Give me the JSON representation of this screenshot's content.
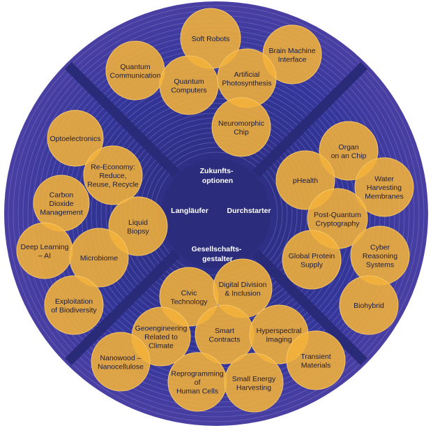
{
  "center": {
    "top": [
      "Zukunfts-",
      "optionen"
    ],
    "left": [
      "Langläufer"
    ],
    "right": [
      "Durchstarter"
    ],
    "bottom": [
      "Gesellschafts-",
      "gestalter"
    ]
  },
  "colors": {
    "bg_outer": "#3b3d9a",
    "bg_inner": "#2a2b78",
    "ring_line": "#8f90d6",
    "circle_fill": "#f3b23a",
    "circle_stroke": "#f6c766",
    "text": "#1b1b3a"
  },
  "topics": [
    {
      "id": "soft-robots",
      "lines": [
        "Soft Robots"
      ]
    },
    {
      "id": "brain-machine-interface",
      "lines": [
        "Brain Machine",
        "Interface"
      ]
    },
    {
      "id": "quantum-communication",
      "lines": [
        "Quantum",
        "Communication"
      ]
    },
    {
      "id": "quantum-computers",
      "lines": [
        "Quantum",
        "Computers"
      ]
    },
    {
      "id": "artificial-photosynthesis",
      "lines": [
        "Artificial",
        "Photosynthesis"
      ]
    },
    {
      "id": "neuromorphic-chip",
      "lines": [
        "Neuromorphic",
        "Chip"
      ]
    },
    {
      "id": "optoelectronics",
      "lines": [
        "Optoelectronics"
      ]
    },
    {
      "id": "re-economy",
      "lines": [
        "Re-Economy:",
        "Reduce,",
        "Reuse, Recycle"
      ]
    },
    {
      "id": "carbon-dioxide-management",
      "lines": [
        "Carbon",
        "Dioxide",
        "Management"
      ]
    },
    {
      "id": "liquid-biopsy",
      "lines": [
        "Liquid",
        "Biopsy"
      ]
    },
    {
      "id": "deep-learning-ai",
      "lines": [
        "Deep Learning",
        "– AI"
      ]
    },
    {
      "id": "microbiome",
      "lines": [
        "Microbiome"
      ]
    },
    {
      "id": "exploitation-of-biodiversity",
      "lines": [
        "Exploitation",
        "of Biodiversity"
      ]
    },
    {
      "id": "organ-on-chip",
      "lines": [
        "Organ",
        "on an Chip"
      ]
    },
    {
      "id": "phealth",
      "lines": [
        "pHealth"
      ]
    },
    {
      "id": "water-harvesting-membranes",
      "lines": [
        "Water",
        "Harvesting",
        "Membranes"
      ]
    },
    {
      "id": "post-quantum-cryptography",
      "lines": [
        "Post-Quantum",
        "Cryptography"
      ]
    },
    {
      "id": "global-protein-supply",
      "lines": [
        "Global Protein",
        "Supply"
      ]
    },
    {
      "id": "cyber-reasoning-systems",
      "lines": [
        "Cyber",
        "Reasoning",
        "Systems"
      ]
    },
    {
      "id": "biohybrid",
      "lines": [
        "Biohybrid"
      ]
    },
    {
      "id": "civic-technology",
      "lines": [
        "Civic",
        "Technology"
      ]
    },
    {
      "id": "digital-division-inclusion",
      "lines": [
        "Digital Division",
        "& Inclusion"
      ]
    },
    {
      "id": "geoengineering",
      "lines": [
        "Geoengineering",
        "Related to",
        "Climate"
      ]
    },
    {
      "id": "smart-contracts",
      "lines": [
        "Smart",
        "Contracts"
      ]
    },
    {
      "id": "hyperspectral-imaging",
      "lines": [
        "Hyperspectral",
        "Imaging"
      ]
    },
    {
      "id": "transient-materials",
      "lines": [
        "Transient",
        "Materials"
      ]
    },
    {
      "id": "nanowood",
      "lines": [
        "Nanowood –",
        "Nanocellulose"
      ]
    },
    {
      "id": "reprogramming-human-cells",
      "lines": [
        "Reprogramming",
        "of",
        "Human Cells"
      ]
    },
    {
      "id": "small-energy-harvesting",
      "lines": [
        "Small Energy",
        "Harvesting"
      ]
    }
  ]
}
